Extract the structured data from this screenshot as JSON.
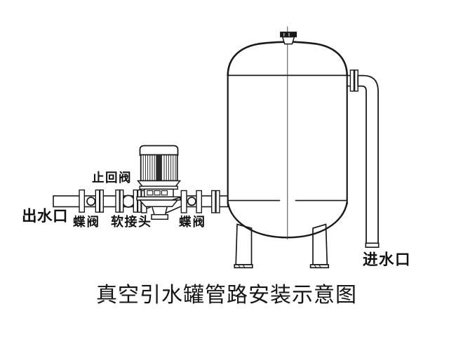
{
  "diagram": {
    "title": "真空引水罐管路安装示意图",
    "labels": {
      "outlet": "出水口",
      "butterfly_valve_left": "蝶阀",
      "check_valve": "止回阀",
      "flexible_joint": "软接头",
      "butterfly_valve_right": "蝶阀",
      "inlet": "进水口"
    },
    "colors": {
      "line": "#1a1a1a",
      "background": "#ffffff",
      "motor_stripe": "#2b2b2b"
    }
  }
}
